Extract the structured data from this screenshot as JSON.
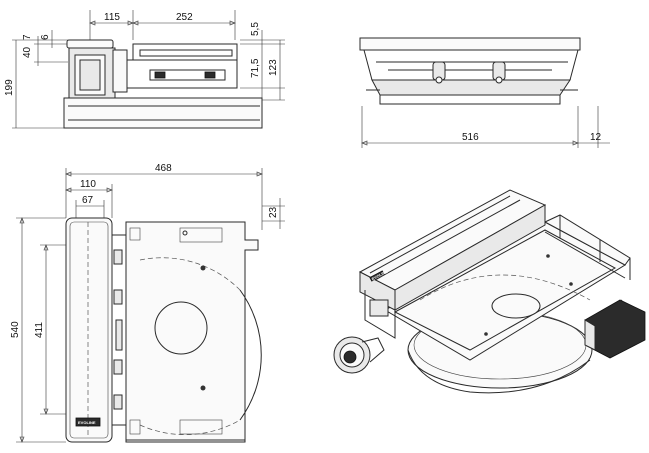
{
  "dimensions": {
    "side_view": {
      "d115": "115",
      "d252": "252",
      "d6": "6",
      "d7": "7",
      "d40": "40",
      "d199": "199",
      "d5_5": "5,5",
      "d71_5": "71,5",
      "d123": "123"
    },
    "front_view": {
      "d516": "516",
      "d12": "12"
    },
    "top_view": {
      "d468": "468",
      "d110": "110",
      "d67": "67",
      "d23": "23",
      "d540": "540",
      "d411": "411"
    }
  },
  "logo_text": "EVOLINE",
  "colors": {
    "line": "#2a2a2a",
    "panel": "#e9e9e9",
    "dark": "#2b2b2b",
    "background": "#ffffff"
  }
}
